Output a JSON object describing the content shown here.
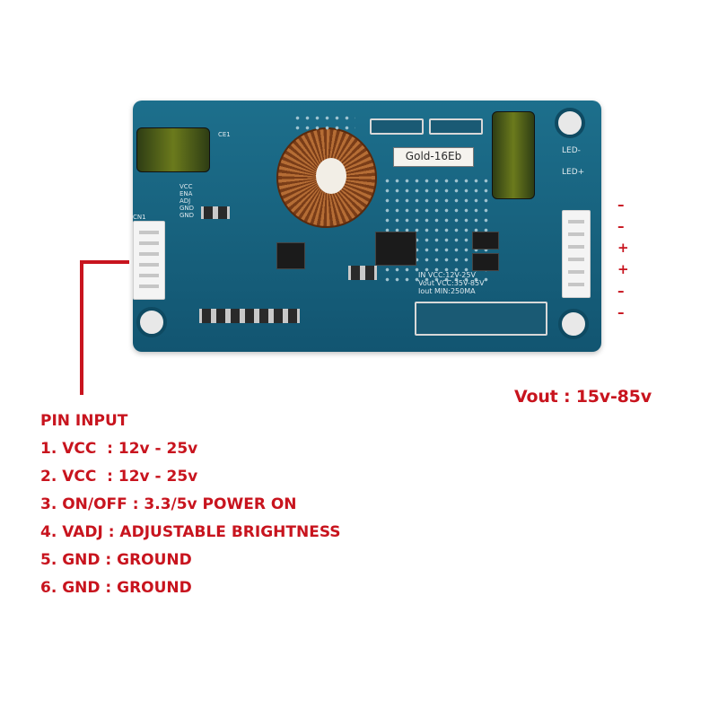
{
  "board": {
    "model_label": "Gold-16Eb",
    "silk_pins": "VCC\nENA\nADJ\nGND\nGND",
    "silk_spec": "IN VCC:12V-25V\nVout VCC:35V-85V\nIout MIN:250MA",
    "led_labels": [
      "LED-",
      "LED+"
    ],
    "connector_label": "CN1",
    "cap_label": "CE1"
  },
  "polarity_signs": [
    "–",
    "–",
    "+",
    "+",
    "–",
    "–"
  ],
  "vout_label": "Vout : 15v-85v",
  "pin_info": {
    "title": "PIN INPUT",
    "lines": [
      "1. VCC  : 12v - 25v",
      "2. VCC  : 12v - 25v",
      "3. ON/OFF : 3.3/5v POWER ON",
      "4. VADJ : ADJUSTABLE BRIGHTNESS",
      "5. GND : GROUND",
      "6. GND : GROUND"
    ]
  },
  "colors": {
    "accent": "#c8141e",
    "pcb": "#17617d"
  }
}
